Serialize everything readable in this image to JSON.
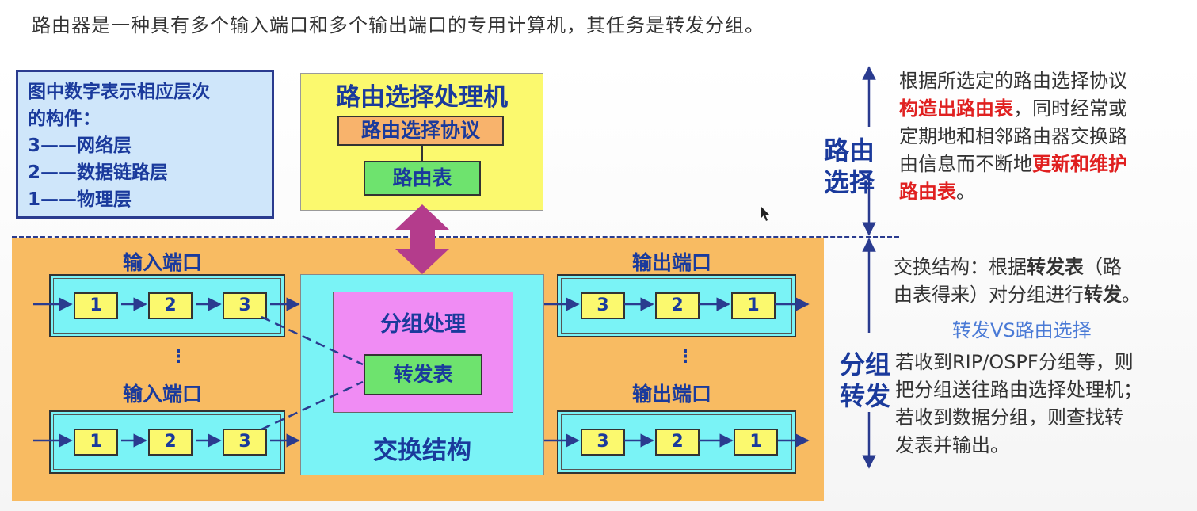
{
  "headline": "路由器是一种具有多个输入端口和多个输出端口的专用计算机，其任务是转发分组。",
  "legend": {
    "line1": "图中数字表示相应层次",
    "line2": "的构件：",
    "items": [
      "3——网络层",
      "2——数据链路层",
      "1——物理层"
    ]
  },
  "routing_processor": {
    "title": "路由选择处理机",
    "protocol": "路由选择协议",
    "routing_table": "路由表"
  },
  "input_ports": {
    "label": "输入端口",
    "numbers": [
      "1",
      "2",
      "3"
    ]
  },
  "output_ports": {
    "label": "输出端口",
    "numbers": [
      "3",
      "2",
      "1"
    ]
  },
  "dots": "⋮",
  "switch_fabric": {
    "packet_processing": "分组处理",
    "forwarding_table": "转发表",
    "label": "交换结构"
  },
  "side": {
    "routing": [
      "路由",
      "选择"
    ],
    "forwarding": [
      "分组",
      "转发"
    ]
  },
  "routing_desc": {
    "l1": "根据所选定的路由选择协议",
    "l2_red": "构造出路由表",
    "l2_rest": "，同时经常或",
    "l3": "定期地和相邻路由器交换路",
    "l4_pre": "由信息而不断地",
    "l4_red": "更新和维护",
    "l5_red": "路由表",
    "l5_rest": "。"
  },
  "forwarding_desc": {
    "l1_pre": "交换结构：根据",
    "l1_bold": "转发表",
    "l1_post": "（路",
    "l2_pre": "由表得来）对分组进行",
    "l2_bold": "转发",
    "l2_post": "。",
    "vs": "转发VS路由选择",
    "p1": "若收到RIP/OSPF分组等，则",
    "p2": "把分组送往路由选择处理机；",
    "p3": "若收到数据分组，则查找转",
    "p4": "发表并输出。"
  },
  "colors": {
    "navy": "#1a3a9c",
    "red": "#e02020",
    "yellow": "#fbf96e",
    "cyan": "#7af3f6",
    "orange": "#f8bb62",
    "magenta": "#f08cf4",
    "green": "#6ee36e",
    "arrow": "#b43c8c"
  }
}
